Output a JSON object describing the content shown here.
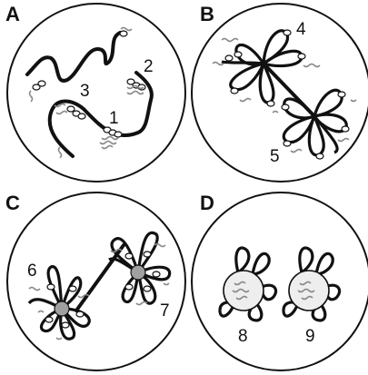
{
  "panels": [
    {
      "id": "A",
      "labels": [
        "1",
        "2",
        "3"
      ]
    },
    {
      "id": "B",
      "labels": [
        "4",
        "5"
      ]
    },
    {
      "id": "C",
      "labels": [
        "6",
        "7"
      ]
    },
    {
      "id": "D",
      "labels": [
        "8",
        "9"
      ]
    }
  ]
}
